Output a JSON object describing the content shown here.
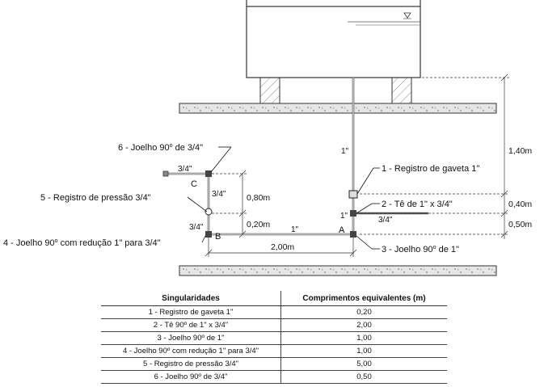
{
  "labels": {
    "item1": "1 - Registro de gaveta 1\"",
    "item2": "2 - Tê de 1\" x 3/4\"",
    "item3_prefix": "3 - Joelho 90",
    "item3_sup": "o",
    "item3_suffix": " de 1\"",
    "item4_prefix": "4 - Joelho 90",
    "item4_sup": "o",
    "item4_suffix": " com redução 1\" para 3/4\"",
    "item5": "5 - Registro de pressão 3/4\"",
    "item6_prefix": "6 - Joelho 90",
    "item6_sup": "o",
    "item6_suffix": " de 3/4\""
  },
  "pipe_labels": {
    "vertical_main": "1\"",
    "vertical_lower_right": "1\"",
    "horizontal_bottom": "1\"",
    "branch_right": "3/4\"",
    "top_left_branch": "3/4\"",
    "left_upper": "3/4\"",
    "left_lower": "3/4\""
  },
  "points": {
    "A": "A",
    "B": "B",
    "C": "C"
  },
  "dimensions": {
    "d140": "1,40m",
    "d040": "0,40m",
    "d050": "0,50m",
    "d080": "0,80m",
    "d020": "0,20m",
    "d200": "2,00m"
  },
  "table": {
    "headers": [
      "Singularidades",
      "Comprimentos equivalentes (m)"
    ],
    "rows": [
      [
        "1 - Registro de gaveta 1\"",
        "0,20"
      ],
      [
        "2 - Tê 90º de 1\" x 3/4\"",
        "2,00"
      ],
      [
        "3 - Joelho 90º de 1\"",
        "1,00"
      ],
      [
        "4 - Joelho 90º com redução 1\" para 3/4\"",
        "1,00"
      ],
      [
        "5 - Registro de pressão 3/4\"",
        "5,00"
      ],
      [
        "6 - Joelho 90º de 3/4\"",
        "0,50"
      ]
    ]
  }
}
